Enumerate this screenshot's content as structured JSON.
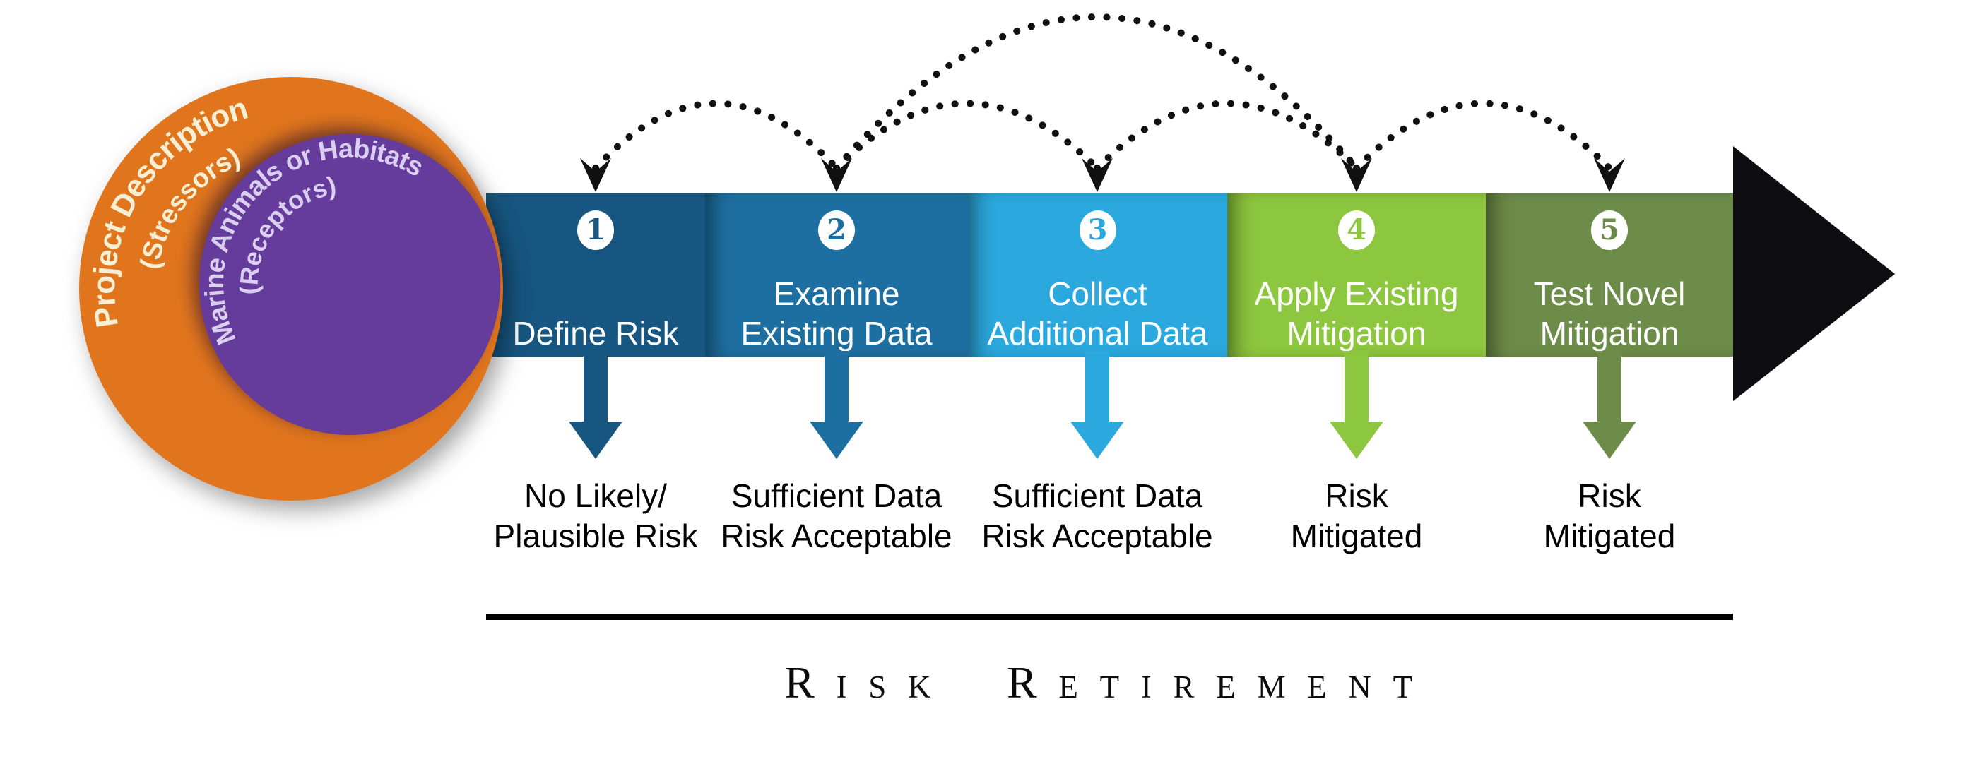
{
  "venn": {
    "outer": {
      "label": "Project Description",
      "sublabel": "(Stressors)",
      "color": "#E0751D",
      "text_color": "#F7EFD4"
    },
    "inner": {
      "label": "Marine Animals or Habitats",
      "sublabel": "(Receptors)",
      "color": "#653C9B",
      "text_color": "#DACFF0"
    }
  },
  "steps": [
    {
      "number": "1",
      "title": "Define Risk",
      "outcome": "No Likely/\nPlausible Risk",
      "color": "#175680"
    },
    {
      "number": "2",
      "title": "Examine\nExisting Data",
      "outcome": "Sufficient Data\nRisk Acceptable",
      "color": "#1E6FA1"
    },
    {
      "number": "3",
      "title": "Collect\nAdditional Data",
      "outcome": "Sufficient Data\nRisk Acceptable",
      "color": "#2BA8DD"
    },
    {
      "number": "4",
      "title": "Apply Existing\nMitigation",
      "outcome": "Risk\nMitigated",
      "color": "#8DC63F"
    },
    {
      "number": "5",
      "title": "Test Novel\nMitigation",
      "outcome": "Risk\nMitigated",
      "color": "#6D8C49"
    }
  ],
  "feedback_arcs": [
    {
      "from": 1,
      "to": 2
    },
    {
      "from": 2,
      "to": 3
    },
    {
      "from": 3,
      "to": 4
    },
    {
      "from": 4,
      "to": 5
    },
    {
      "from": 2,
      "to": 4
    }
  ],
  "footer": {
    "label": "Risk Retirement"
  },
  "arrow_color": "#0d0d12",
  "arc_color": "#111111"
}
